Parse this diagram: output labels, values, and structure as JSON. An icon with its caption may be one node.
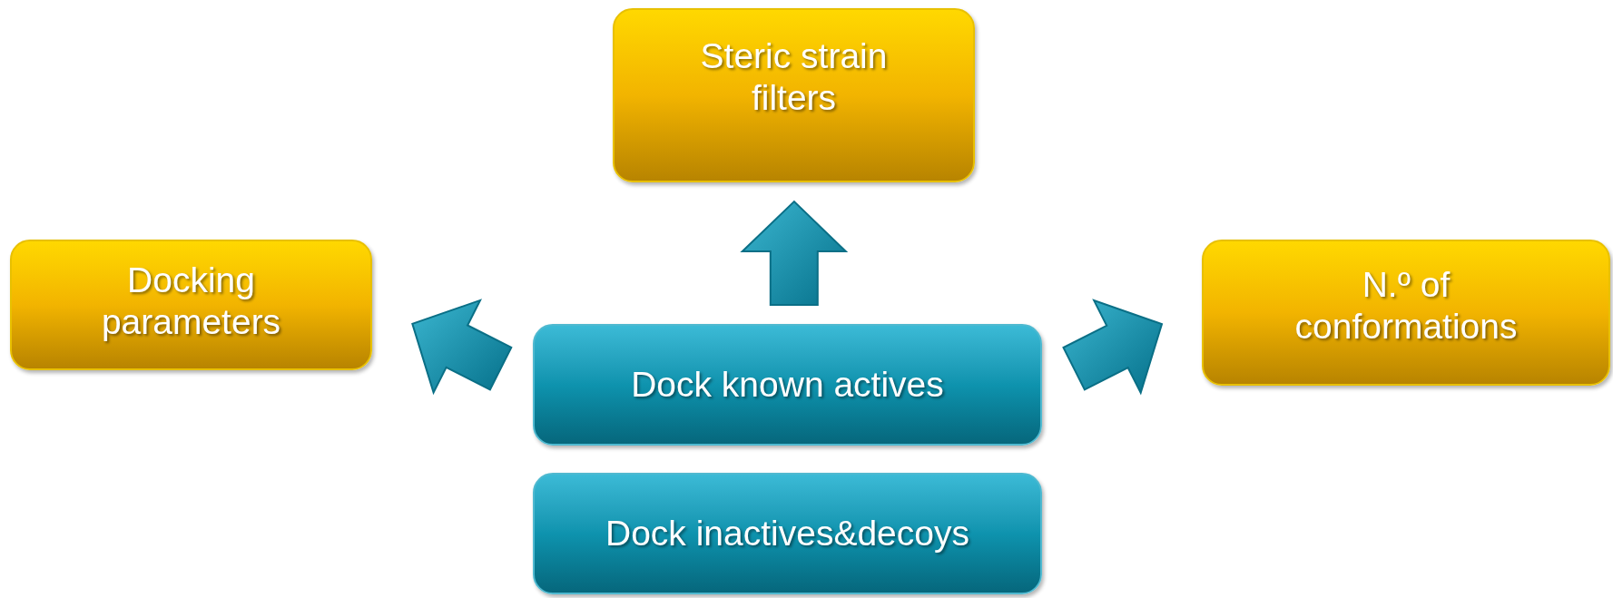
{
  "diagram": {
    "nodes": [
      {
        "text": [
          "Steric strain filters"
        ]
      },
      {
        "text": [
          "Docking parameters"
        ]
      },
      {
        "text": [
          "N.º of conformations"
        ]
      },
      {
        "text": [
          "Dock known actives"
        ]
      },
      {
        "text": [
          "Dock inactives&decoys"
        ]
      }
    ],
    "edges": [
      {
        "from": 3,
        "to": 0,
        "arrow": "to",
        "style": "thick"
      },
      {
        "from": 3,
        "to": 1,
        "arrow": "to",
        "style": "thick"
      },
      {
        "from": 3,
        "to": 2,
        "arrow": "to",
        "style": "thick"
      }
    ]
  }
}
